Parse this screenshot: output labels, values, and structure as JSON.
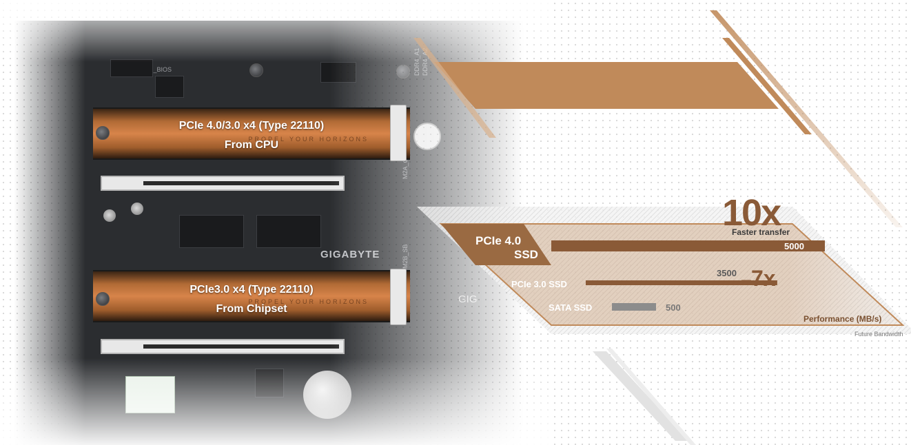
{
  "heatsinks": [
    {
      "line1": "PCIe 4.0/3.0 x4 (Type 22110)",
      "line2": "From CPU",
      "tagline": "PROPEL YOUR HORIZONS"
    },
    {
      "line1": "PCIe3.0 x4 (Type 22110)",
      "line2": "From Chipset",
      "tagline": "PROPEL YOUR HORIZONS"
    }
  ],
  "board_labels": {
    "brand": "GIGABYTE",
    "m_bios": "M_BIOS",
    "ddr_a1": "DDR4_A1",
    "ddr_a2": "DDR4_A2",
    "m2a_cpu": "M2A_CPU",
    "m2b_sb": "M2B_SB",
    "watermark": "GIG"
  },
  "chart_data": {
    "type": "bar",
    "categories": [
      "PCIe 4.0 SSD",
      "PCIe 3.0 SSD",
      "SATA SSD"
    ],
    "values": [
      5000,
      3500,
      500
    ],
    "value_labels": [
      "5000",
      "3500",
      "500"
    ],
    "category_labels": {
      "pcie4_line1": "PCIe 4.0",
      "pcie4_line2": "SSD",
      "pcie3": "PCIe 3.0 SSD",
      "sata": "SATA SSD"
    },
    "callouts": [
      {
        "big": "10x",
        "small": "Faster transfer"
      },
      {
        "big": "7x"
      }
    ],
    "xlabel": "Performance (MB/s)",
    "footnote": "Future Bandwidth",
    "xlim": [
      0,
      5000
    ],
    "colors": {
      "accent": "#c08a5a",
      "dark_bar": "#8a5a37",
      "sata_bar": "#8c8c8c",
      "pcie4_badge": "#9a6a42"
    }
  }
}
